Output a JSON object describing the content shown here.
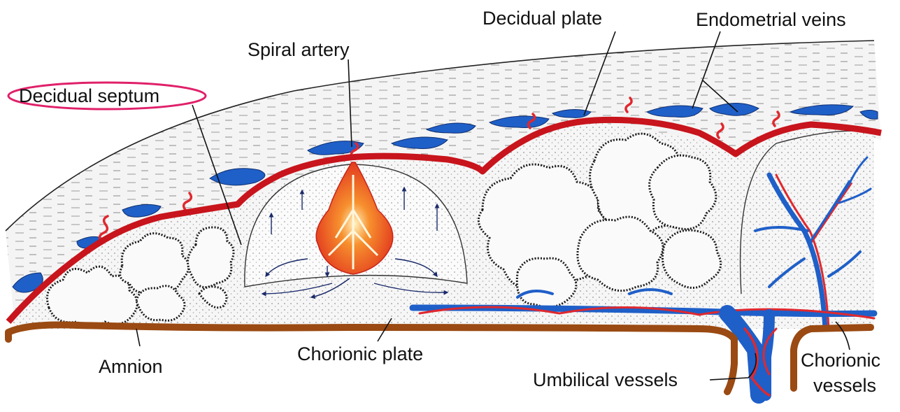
{
  "labels": {
    "decidual_septum": "Decidual septum",
    "spiral_artery": "Spiral artery",
    "decidual_plate": "Decidual plate",
    "endometrial_veins": "Endometrial veins",
    "amnion": "Amnion",
    "chorionic_plate": "Chorionic plate",
    "umbilical_vessels": "Umbilical vessels",
    "chorionic_vessels_line1": "Chorionic",
    "chorionic_vessels_line2": "vessels"
  },
  "colors": {
    "decidual_plate_line": "#c8141c",
    "amnion_line": "#9a4a12",
    "vein_blue": "#1f5fc8",
    "artery_red": "#e0282e",
    "highlight_ellipse": "#e0206a",
    "blood_jet": "#ee5a2a"
  }
}
